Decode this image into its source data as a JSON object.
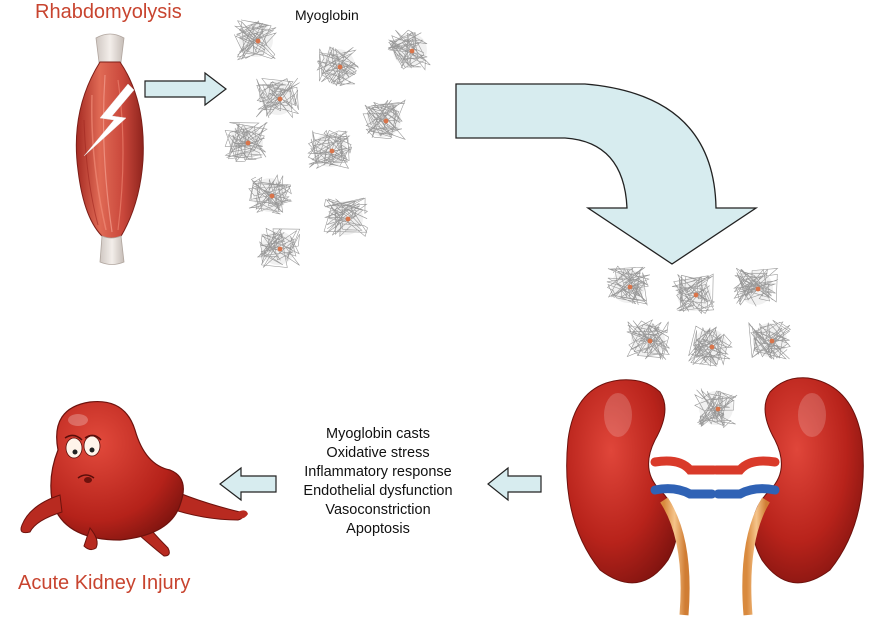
{
  "labels": {
    "rhabdomyolysis": "Rhabdomyolysis",
    "myoglobin": "Myoglobin",
    "acute_kidney_injury": "Acute Kidney Injury"
  },
  "mechanisms": [
    "Myoglobin casts",
    "Oxidative stress",
    "Inflammatory response",
    "Endothelial dysfunction",
    "Vasoconstriction",
    "Apoptosis"
  ],
  "colors": {
    "title_red": "#c8442f",
    "arrow_fill": "#d7ecef",
    "arrow_stroke": "#222222",
    "muscle_red": "#c9473b",
    "kidney_red": "#b8231b",
    "artery_red": "#d93a2a",
    "vein_blue": "#2f62b5",
    "ureter_orange": "#e8a25a",
    "molecule_grey": "#8e8e8e"
  },
  "icons": {
    "muscle": "torn-muscle-icon",
    "lightning": "lightning-bolt-icon",
    "molecule": "myoglobin-molecule-icon",
    "kidneys": "kidney-pair-icon",
    "sad_kidney": "sad-kidney-character-icon"
  }
}
